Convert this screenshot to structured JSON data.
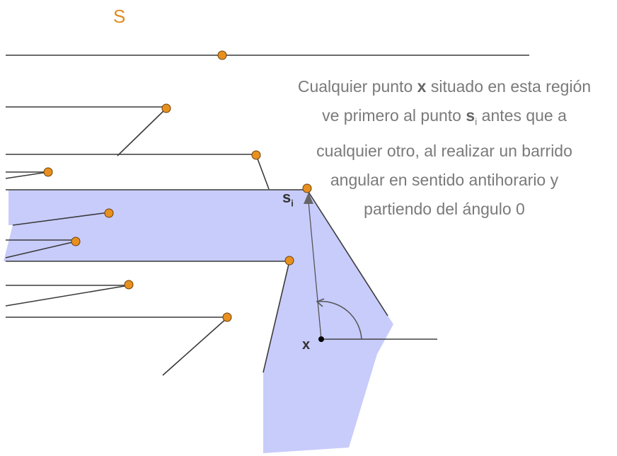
{
  "set_label": "S",
  "caption": {
    "line1_pre": "Cualquier punto ",
    "line1_var": "x",
    "line1_post": " situado en esta región",
    "line2_pre": "ve primero al punto ",
    "line2_var": "s",
    "line2_sub": "i",
    "line2_post": " antes que a",
    "line3": "cualquier otro, al realizar un barrido",
    "line4": "angular en sentido antihorario y",
    "line5": "partiendo del ángulo 0"
  },
  "labels": {
    "si_main": "s",
    "si_sub": "i",
    "x": "x"
  },
  "colors": {
    "region_fill": "#c8ccfb",
    "segment": "#3a3a3a",
    "point_fill": "#e8901f",
    "point_stroke": "#6b3f0a",
    "set_label": "#e08a1e",
    "caption": "#7a7a7a"
  }
}
